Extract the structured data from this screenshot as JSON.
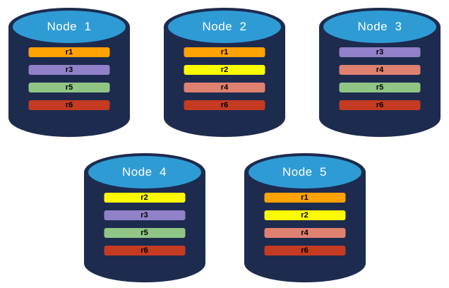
{
  "diagram": {
    "description": "Five database nodes with replica placement",
    "colors": {
      "cylinder_body": "#1D2B4E",
      "cylinder_top": "#2F9BD5",
      "title_text": "#FFFFFF",
      "bar_text": "#000000",
      "replicas": {
        "r1": "#FFA203",
        "r2": "#FBFB00",
        "r3": "#9181C8",
        "r4": "#DF8170",
        "r5": "#90C585",
        "r6": "#C43B22"
      }
    },
    "rows": [
      {
        "nodes": [
          {
            "label": "Node  1",
            "replicas": [
              "r1",
              "r3",
              "r5",
              "r6"
            ]
          },
          {
            "label": "Node  2",
            "replicas": [
              "r1",
              "r2",
              "r4",
              "r6"
            ]
          },
          {
            "label": "Node  3",
            "replicas": [
              "r3",
              "r4",
              "r5",
              "r6"
            ]
          }
        ]
      },
      {
        "nodes": [
          {
            "label": "Node  4",
            "replicas": [
              "r2",
              "r3",
              "r5",
              "r6"
            ]
          },
          {
            "label": "Node  5",
            "replicas": [
              "r1",
              "r2",
              "r4",
              "r6"
            ]
          }
        ]
      }
    ]
  }
}
